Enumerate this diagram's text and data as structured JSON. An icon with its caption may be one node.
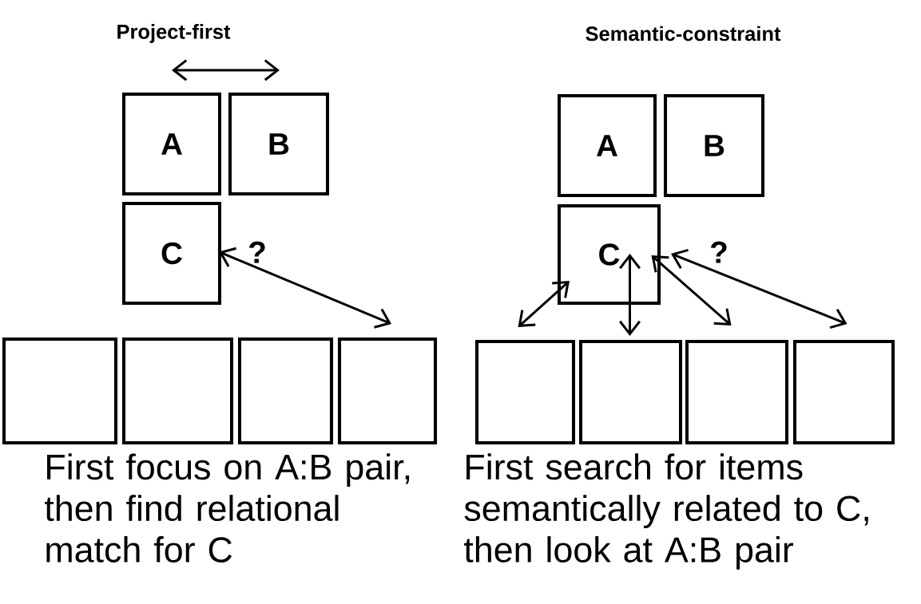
{
  "diagram": {
    "nodes": [
      {
        "text": [
          "A"
        ]
      },
      {
        "text": [
          "B"
        ]
      },
      {
        "text": [
          "C"
        ]
      },
      {
        "text": [],
        "shape": "box"
      },
      {
        "text": [],
        "shape": "box"
      },
      {
        "text": [],
        "shape": "box"
      },
      {
        "text": [],
        "shape": "box"
      },
      {
        "text": [
          "A"
        ]
      },
      {
        "text": [
          "B"
        ]
      },
      {
        "text": [
          "C"
        ]
      },
      {
        "text": [],
        "shape": "box"
      },
      {
        "text": [],
        "shape": "box"
      },
      {
        "text": [],
        "shape": "box"
      },
      {
        "text": [],
        "shape": "box"
      }
    ],
    "edges": [
      {
        "from": 0,
        "to": 1,
        "arrow": "both"
      },
      {
        "from": 2,
        "to": 6,
        "arrow": "both",
        "label": "?"
      },
      {
        "from": 9,
        "to": 10,
        "arrow": "both"
      },
      {
        "from": 9,
        "to": 11,
        "arrow": "both"
      },
      {
        "from": 9,
        "to": 12,
        "arrow": "both"
      },
      {
        "from": 9,
        "to": 13,
        "arrow": "both",
        "label": "?"
      }
    ],
    "labels": [
      "Project-first",
      "Semantic-constraint",
      "First focus on A:B pair, then find relational match for C",
      "First search for items semantically related to C, then look at A:B pair"
    ]
  }
}
